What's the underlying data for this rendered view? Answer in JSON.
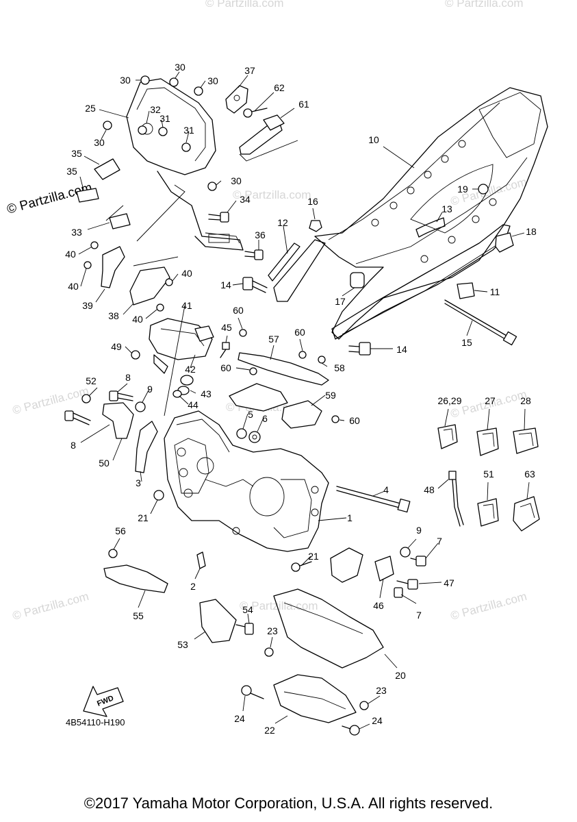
{
  "watermark": "© Partzilla.com",
  "diagram_code": "4B54110-H190",
  "fwd_label": "FWD",
  "copyright": "©2017 Yamaha Motor Corporation, U.S.A. All rights reserved.",
  "callouts": [
    {
      "id": "c30a",
      "label": "30"
    },
    {
      "id": "c30b",
      "label": "30"
    },
    {
      "id": "c30c",
      "label": "30"
    },
    {
      "id": "c30d",
      "label": "30"
    },
    {
      "id": "c30e",
      "label": "30"
    },
    {
      "id": "c37",
      "label": "37"
    },
    {
      "id": "c62",
      "label": "62"
    },
    {
      "id": "c61",
      "label": "61"
    },
    {
      "id": "c25",
      "label": "25"
    },
    {
      "id": "c32",
      "label": "32"
    },
    {
      "id": "c31a",
      "label": "31"
    },
    {
      "id": "c31b",
      "label": "31"
    },
    {
      "id": "c35a",
      "label": "35"
    },
    {
      "id": "c35b",
      "label": "35"
    },
    {
      "id": "c33",
      "label": "33"
    },
    {
      "id": "c34",
      "label": "34"
    },
    {
      "id": "c36",
      "label": "36"
    },
    {
      "id": "c40a",
      "label": "40"
    },
    {
      "id": "c40b",
      "label": "40"
    },
    {
      "id": "c40c",
      "label": "40"
    },
    {
      "id": "c40d",
      "label": "40"
    },
    {
      "id": "c39",
      "label": "39"
    },
    {
      "id": "c38",
      "label": "38"
    },
    {
      "id": "c10",
      "label": "10"
    },
    {
      "id": "c19",
      "label": "19"
    },
    {
      "id": "c16",
      "label": "16"
    },
    {
      "id": "c13",
      "label": "13"
    },
    {
      "id": "c12",
      "label": "12"
    },
    {
      "id": "c18",
      "label": "18"
    },
    {
      "id": "c14a",
      "label": "14"
    },
    {
      "id": "c17",
      "label": "17"
    },
    {
      "id": "c11",
      "label": "11"
    },
    {
      "id": "c15",
      "label": "15"
    },
    {
      "id": "c14b",
      "label": "14"
    },
    {
      "id": "c41",
      "label": "41"
    },
    {
      "id": "c60a",
      "label": "60"
    },
    {
      "id": "c45",
      "label": "45"
    },
    {
      "id": "c57",
      "label": "57"
    },
    {
      "id": "c60b",
      "label": "60"
    },
    {
      "id": "c49",
      "label": "49"
    },
    {
      "id": "c42",
      "label": "42"
    },
    {
      "id": "c60c",
      "label": "60"
    },
    {
      "id": "c58",
      "label": "58"
    },
    {
      "id": "c52",
      "label": "52"
    },
    {
      "id": "c8a",
      "label": "8"
    },
    {
      "id": "c9a",
      "label": "9"
    },
    {
      "id": "c43",
      "label": "43"
    },
    {
      "id": "c44",
      "label": "44"
    },
    {
      "id": "c59",
      "label": "59"
    },
    {
      "id": "c5",
      "label": "5"
    },
    {
      "id": "c6",
      "label": "6"
    },
    {
      "id": "c60d",
      "label": "60"
    },
    {
      "id": "c8b",
      "label": "8"
    },
    {
      "id": "c50",
      "label": "50"
    },
    {
      "id": "c3",
      "label": "3"
    },
    {
      "id": "c2629",
      "label": "26,29"
    },
    {
      "id": "c27",
      "label": "27"
    },
    {
      "id": "c28",
      "label": "28"
    },
    {
      "id": "c4",
      "label": "4"
    },
    {
      "id": "c48",
      "label": "48"
    },
    {
      "id": "c51",
      "label": "51"
    },
    {
      "id": "c63",
      "label": "63"
    },
    {
      "id": "c21a",
      "label": "21"
    },
    {
      "id": "c1",
      "label": "1"
    },
    {
      "id": "c9b",
      "label": "9"
    },
    {
      "id": "c7a",
      "label": "7"
    },
    {
      "id": "c56",
      "label": "56"
    },
    {
      "id": "c21b",
      "label": "21"
    },
    {
      "id": "c2",
      "label": "2"
    },
    {
      "id": "c47",
      "label": "47"
    },
    {
      "id": "c46",
      "label": "46"
    },
    {
      "id": "c7b",
      "label": "7"
    },
    {
      "id": "c55",
      "label": "55"
    },
    {
      "id": "c54",
      "label": "54"
    },
    {
      "id": "c53",
      "label": "53"
    },
    {
      "id": "c23a",
      "label": "23"
    },
    {
      "id": "c20",
      "label": "20"
    },
    {
      "id": "c23b",
      "label": "23"
    },
    {
      "id": "c24a",
      "label": "24"
    },
    {
      "id": "c24b",
      "label": "24"
    },
    {
      "id": "c22",
      "label": "22"
    }
  ]
}
